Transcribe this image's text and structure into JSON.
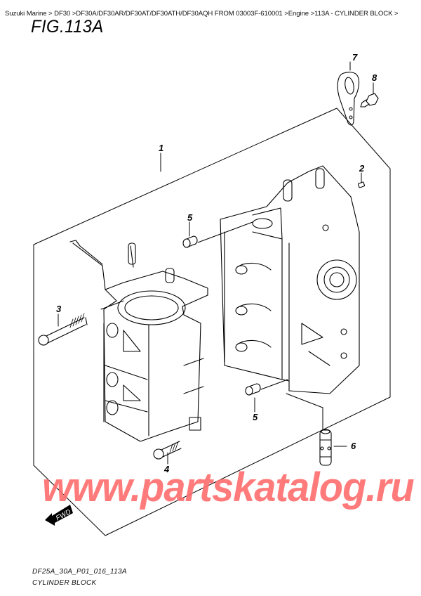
{
  "breadcrumb": {
    "items": [
      "Suzuki Marine",
      "DF30",
      "DF30A/DF30AR/DF30AT/DF30ATH/DF30AQH FROM 03003F-610001",
      "Engine",
      "113A - CYLINDER BLOCK"
    ],
    "separator": ">",
    "text": "Suzuki Marine > DF30 >DF30A/DF30AR/DF30AT/DF30ATH/DF30AQH FROM 03003F-610001 >Engine >113A - CYLINDER BLOCK >"
  },
  "figure": {
    "title": "FIG.113A",
    "callouts": [
      {
        "id": "1",
        "label": "1"
      },
      {
        "id": "2",
        "label": "2"
      },
      {
        "id": "3",
        "label": "3"
      },
      {
        "id": "4",
        "label": "4"
      },
      {
        "id": "5a",
        "label": "5"
      },
      {
        "id": "5b",
        "label": "5"
      },
      {
        "id": "6",
        "label": "6"
      },
      {
        "id": "7",
        "label": "7"
      },
      {
        "id": "8",
        "label": "8"
      }
    ],
    "direction_badge": "FWD",
    "drawing_code": "DF25A_30A_P01_016_113A",
    "drawing_name": "CYLINDER BLOCK"
  },
  "watermark": {
    "text": "www.partskatalog.ru",
    "color": "#ff7070"
  }
}
